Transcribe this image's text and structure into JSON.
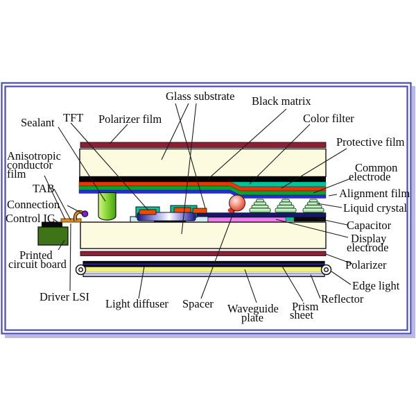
{
  "figure": {
    "description": "Cross-section diagram of a TFT liquid crystal display panel with backlight unit"
  },
  "colors": {
    "frame_blue": "#4a49b8",
    "frame_shadow": "#b9b9e2",
    "polarizer_maroon": "#8c2135",
    "glass_cream": "#fdfbdf",
    "black_matrix": "#000000",
    "protective_red": "#ea3505",
    "electrode_green": "#0aa32e",
    "alignment_blue": "#2b2bd5",
    "color_filter_teal": "#00c39c",
    "sealant_green": "#8cd93c",
    "bus_line_navy": "#181868",
    "display_electrode_magenta": "#ef7bef",
    "tft_plate_blue": "#cfe9f7",
    "pad_orange": "#f04a00",
    "waveguide_yellow": "#f2f07c",
    "reflector_lavender": "#c6c6e6",
    "pcb_green": "#3e7318",
    "tab_orange": "#df8b1c",
    "connection_purple": "#7d22cc",
    "spacer_red": "#ee4433",
    "liquid_crystal_green": "#86cf86"
  },
  "labels": {
    "glass_substrate": "Glass substrate",
    "black_matrix": "Black matrix",
    "tft": "TFT",
    "polarizer_film": "Polarizer film",
    "sealant": "Sealant",
    "color_filter": "Color filter",
    "protective_film": "Protective film",
    "anisotropic_1": "Anisotropic",
    "anisotropic_2": "conductor",
    "anisotropic_3": "film",
    "common_1": "Common",
    "common_2": "electrode",
    "tab": "TAB",
    "alignment_film": "Alignment film",
    "connection": "Connection",
    "liquid_crystal": "Liquid crystal",
    "control_ic": "Control IC",
    "capacitor": "Capacitor",
    "display_1": "Display",
    "display_2": "electrode",
    "printed_1": "Printed",
    "printed_2": "circuit board",
    "polarizer": "Polarizer",
    "edge_light": "Edge light",
    "driver_lsi": "Driver LSI",
    "light_diffuser": "Light diffuser",
    "spacer": "Spacer",
    "waveguide_1": "Waveguide",
    "waveguide_2": "plate",
    "prism_1": "Prism",
    "prism_2": "sheet",
    "reflector": "Reflector"
  }
}
